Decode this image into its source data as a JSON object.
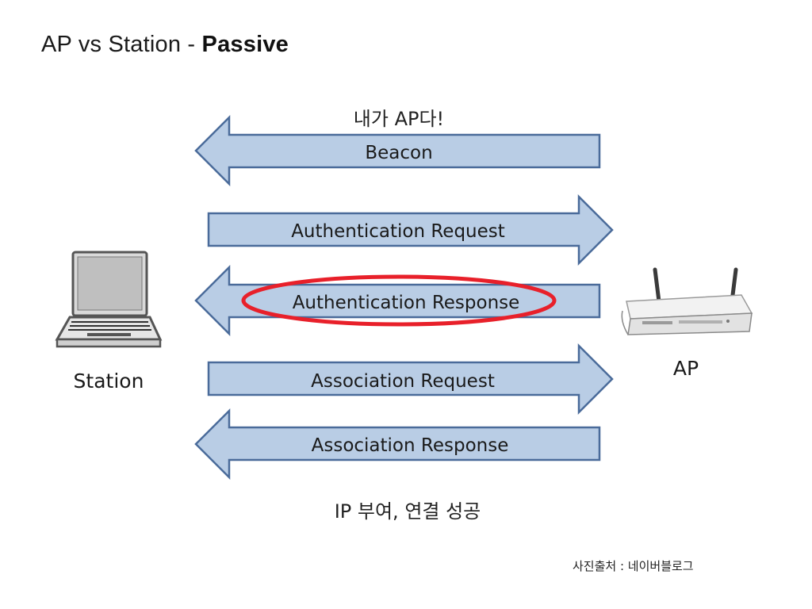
{
  "title": {
    "prefix": "AP vs Station - ",
    "emphasis": "Passive"
  },
  "diagram": {
    "top_caption": "내가 AP다!",
    "messages": [
      {
        "label": "Beacon",
        "direction": "to-station",
        "highlighted": false
      },
      {
        "label": "Authentication Request",
        "direction": "to-ap",
        "highlighted": false
      },
      {
        "label": "Authentication Response",
        "direction": "to-station",
        "highlighted": true
      },
      {
        "label": "Association Request",
        "direction": "to-ap",
        "highlighted": false
      },
      {
        "label": "Association Response",
        "direction": "to-station",
        "highlighted": false
      }
    ],
    "station_label": "Station",
    "ap_label": "AP",
    "bottom_caption": "IP 부여, 연결 성공",
    "colors": {
      "arrow_fill": "#b9cde5",
      "arrow_stroke": "#4a6b9a",
      "highlight": "#e8202a"
    }
  },
  "credit": "사진출처 : 네이버블로그"
}
